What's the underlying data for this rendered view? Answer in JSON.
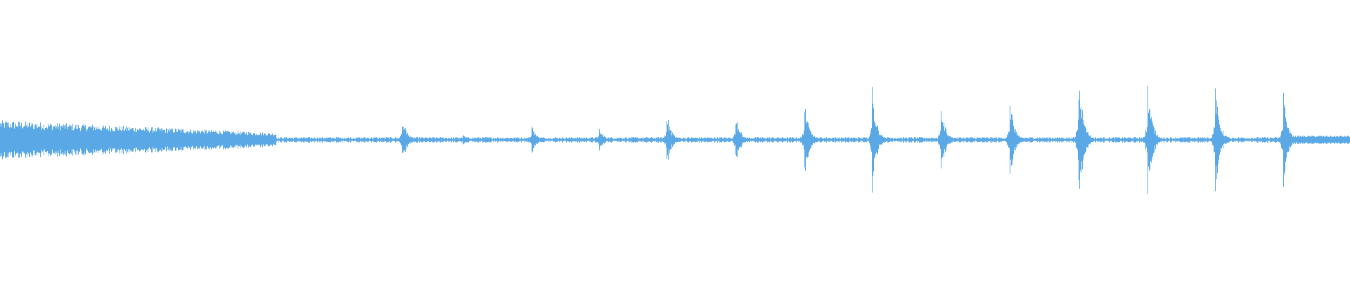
{
  "waveform": {
    "color": "#5aa9e6",
    "background": "#ffffff",
    "baseline_level": 0.02,
    "intro_noise": {
      "start_fraction": 0.0,
      "end_fraction": 0.205,
      "start_amplitude": 0.14,
      "end_amplitude": 0.05
    },
    "bursts": [
      {
        "position_fraction": 0.298,
        "amplitude": 0.18
      },
      {
        "position_fraction": 0.343,
        "amplitude": 0.04
      },
      {
        "position_fraction": 0.394,
        "amplitude": 0.12
      },
      {
        "position_fraction": 0.444,
        "amplitude": 0.1
      },
      {
        "position_fraction": 0.494,
        "amplitude": 0.2
      },
      {
        "position_fraction": 0.545,
        "amplitude": 0.2
      },
      {
        "position_fraction": 0.596,
        "amplitude": 0.28
      },
      {
        "position_fraction": 0.646,
        "amplitude": 0.38
      },
      {
        "position_fraction": 0.697,
        "amplitude": 0.26
      },
      {
        "position_fraction": 0.748,
        "amplitude": 0.3
      },
      {
        "position_fraction": 0.799,
        "amplitude": 0.5
      },
      {
        "position_fraction": 0.85,
        "amplitude": 0.42
      },
      {
        "position_fraction": 0.9,
        "amplitude": 0.4
      },
      {
        "position_fraction": 0.951,
        "amplitude": 0.34
      }
    ],
    "outro_noise": {
      "start_fraction": 0.955,
      "end_fraction": 1.0,
      "amplitude": 0.03
    }
  }
}
